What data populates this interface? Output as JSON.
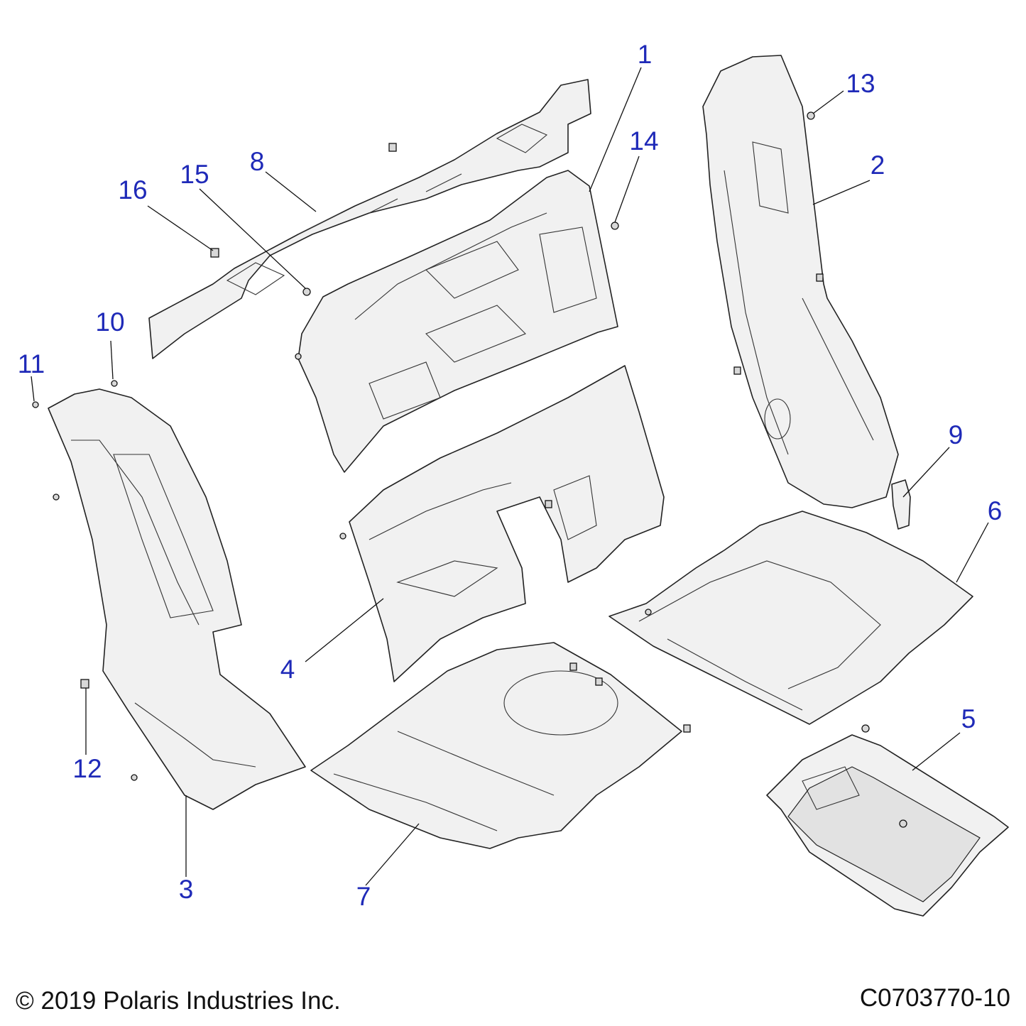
{
  "callouts": [
    {
      "id": "1",
      "label": "1"
    },
    {
      "id": "2",
      "label": "2"
    },
    {
      "id": "3",
      "label": "3"
    },
    {
      "id": "4",
      "label": "4"
    },
    {
      "id": "5",
      "label": "5"
    },
    {
      "id": "6",
      "label": "6"
    },
    {
      "id": "7",
      "label": "7"
    },
    {
      "id": "8",
      "label": "8"
    },
    {
      "id": "9",
      "label": "9"
    },
    {
      "id": "10",
      "label": "10"
    },
    {
      "id": "11",
      "label": "11"
    },
    {
      "id": "12",
      "label": "12"
    },
    {
      "id": "13",
      "label": "13"
    },
    {
      "id": "14",
      "label": "14"
    },
    {
      "id": "15",
      "label": "15"
    },
    {
      "id": "16",
      "label": "16"
    }
  ],
  "footer": {
    "copyright": "© 2019 Polaris Industries Inc.",
    "drawing_number": "C0703770-10"
  },
  "colors": {
    "callout_text": "#1f2ab8",
    "line": "#222222",
    "part_fill": "#f1f1f1"
  }
}
